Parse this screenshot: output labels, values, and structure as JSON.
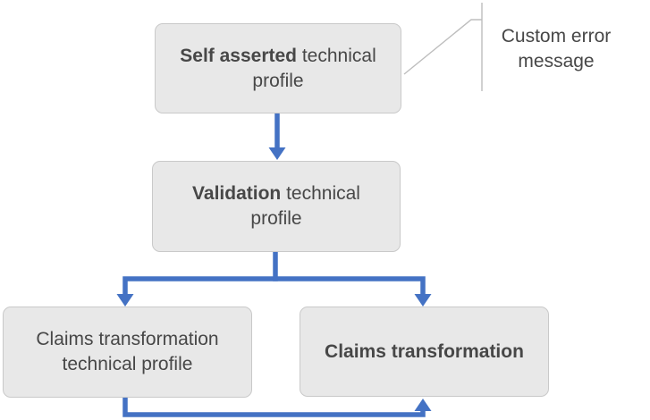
{
  "colors": {
    "arrow_blue": "#4472C4",
    "box_fill": "#E8E8E8",
    "box_border": "#C9C9C9",
    "text": "#474747",
    "callout_line": "#BDBDBD"
  },
  "nodes": {
    "self_asserted": {
      "bold": "Self asserted",
      "regular": " technical profile"
    },
    "validation": {
      "bold": "Validation",
      "regular": " technical profile"
    },
    "claims_tp": {
      "regular": "Claims transformation technical profile"
    },
    "claims_transformation": {
      "bold": "Claims transformation"
    }
  },
  "callout": {
    "label": "Custom error message"
  }
}
